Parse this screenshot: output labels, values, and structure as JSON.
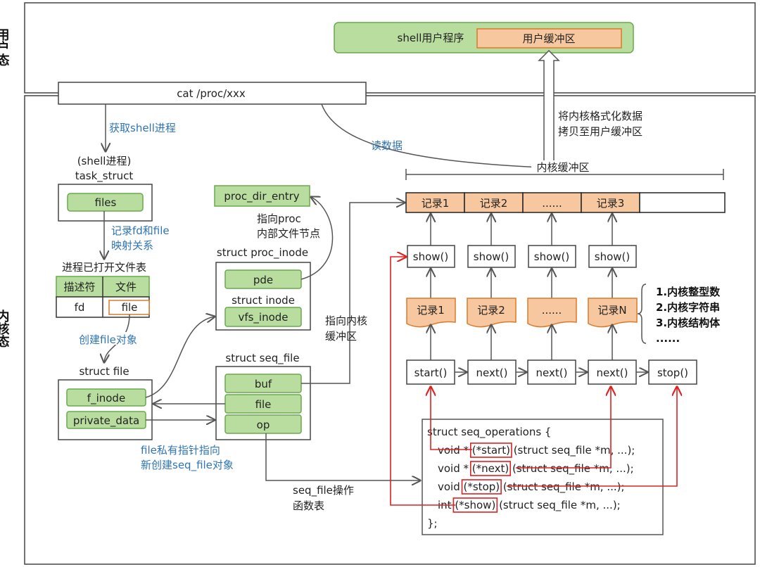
{
  "regions": {
    "user": "用户态",
    "kernel": "内核态"
  },
  "user_space": {
    "shell_program": "shell用户程序",
    "user_buffer": "用户缓冲区"
  },
  "cat_command": "cat /proc/xxx",
  "labels": {
    "get_shell": "获取shell进程",
    "read_data": "读数据",
    "copy_1": "将内核格式化数据",
    "copy_2": "拷贝至用户缓冲区",
    "kernel_buffer": "内核缓冲区",
    "record_map_1": "记录fd和file",
    "record_map_2": "映射关系",
    "create_file": "创建file对象",
    "private_ptr_1": "file私有指针指向",
    "private_ptr_2": "新创建seq_file对象",
    "point_proc_1": "指向proc",
    "point_proc_2": "内部文件节点",
    "point_kbuf_1": "指向内核",
    "point_kbuf_2": "缓冲区",
    "ops_table_1": "seq_file操作",
    "ops_table_2": "函数表"
  },
  "task_struct": {
    "caption_1": "(shell进程)",
    "caption_2": "task_struct",
    "files": "files"
  },
  "fd_table": {
    "title": "进程已打开文件表",
    "headers": [
      "描述符",
      "文件"
    ],
    "row": [
      "fd",
      "file"
    ]
  },
  "struct_file": {
    "title": "struct file",
    "fields": [
      "f_inode",
      "private_data"
    ]
  },
  "proc_dir_entry": "proc_dir_entry",
  "proc_inode": {
    "title": "struct proc_inode",
    "pde": "pde",
    "inode_title": "struct inode",
    "vfs_inode": "vfs_inode"
  },
  "seq_file": {
    "title": "struct seq_file",
    "fields": [
      "buf",
      "file",
      "op"
    ]
  },
  "buffer_cells": [
    "记录1",
    "记录2",
    "......",
    "记录3",
    ""
  ],
  "show_calls": [
    "show()",
    "show()",
    "show()",
    "show()"
  ],
  "records": [
    "记录1",
    "记录2",
    "......",
    "记录N"
  ],
  "record_types": [
    "1.内核整型数",
    "2.内核字符串",
    "3.内核结构体",
    "......"
  ],
  "iter_calls": [
    "start()",
    "next()",
    "next()",
    "next()",
    "stop()"
  ],
  "seq_operations": {
    "open": "struct seq_operations {",
    "lines": [
      {
        "prefix": "void * ",
        "fn": "(*start)",
        "suffix": " (struct seq_file *m, ...);"
      },
      {
        "prefix": "void * ",
        "fn": "(*next)",
        "suffix": " (struct seq_file *m, ...);"
      },
      {
        "prefix": "void ",
        "fn": "(*stop)",
        "suffix": " (struct seq_file *m, ...);"
      },
      {
        "prefix": "int ",
        "fn": "(*show)",
        "suffix": " (struct seq_file *m, ...);"
      }
    ],
    "close": "};"
  },
  "colors": {
    "green": "#b9dd9f",
    "orange": "#f7c7a0",
    "blue_text": "#2f75b5",
    "red": "#e02020"
  }
}
